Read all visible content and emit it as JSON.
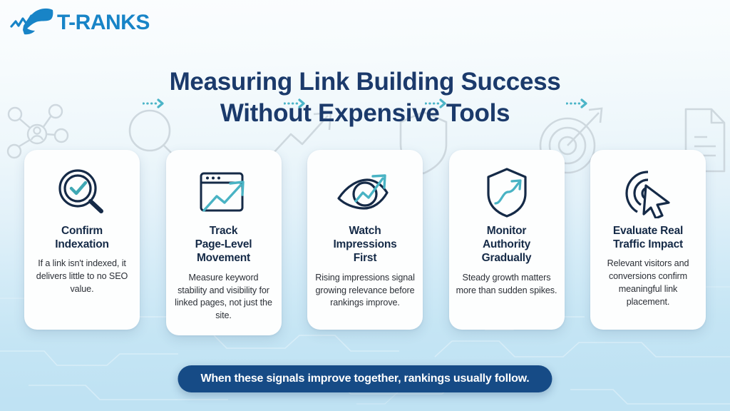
{
  "brand": {
    "logo_text": "T-RANKS",
    "logo_icon": "shark-trend-logo",
    "logo_color": "#1884c7"
  },
  "headline": {
    "line1": "Measuring Link Building Success",
    "line2": "Without Expensive Tools",
    "color": "#1b3a6b"
  },
  "colors": {
    "background_top": "#fbfdfe",
    "background_bottom": "#bfe2f3",
    "card_background": "#fdfefe",
    "icon_dark": "#152a47",
    "icon_accent": "#2fa8bd",
    "banner_background": "#164b86",
    "arrow": "#4cb5c8",
    "decor_gray": "#c9d3da"
  },
  "cards": [
    {
      "icon": "magnifier-check-icon",
      "title": "Confirm\nIndexation",
      "title_lines": [
        "Confirm",
        "Indexation"
      ],
      "body": "If a link isn't indexed, it delivers little to no SEO value."
    },
    {
      "icon": "browser-growth-chart-icon",
      "title": "Track Page-Level Movement",
      "title_lines": [
        "Track",
        "Page-Level",
        "Movement"
      ],
      "body": "Measure keyword stability and visibility for linked pages, not just the site."
    },
    {
      "icon": "eye-trend-arrow-icon",
      "title": "Watch Impressions First",
      "title_lines": [
        "Watch",
        "Impressions",
        "First"
      ],
      "body": "Rising impressions signal growing relevance before rankings improve."
    },
    {
      "icon": "shield-growth-arrow-icon",
      "title": "Monitor Authority Gradually",
      "title_lines": [
        "Monitor",
        "Authority",
        "Gradually"
      ],
      "body": "Steady growth matters more than sudden spikes."
    },
    {
      "icon": "target-cursor-click-icon",
      "title": "Evaluate Real Traffic Impact",
      "title_lines": [
        "Evaluate Real",
        "Traffic Impact"
      ],
      "body": "Relevant visitors and conversions confirm meaningful link placement."
    }
  ],
  "connectors": [
    {
      "name": "dotted-arrow-1"
    },
    {
      "name": "dotted-arrow-2"
    },
    {
      "name": "dotted-arrow-3"
    },
    {
      "name": "dotted-arrow-4"
    }
  ],
  "banner": {
    "text": "When these signals improve together, rankings usually follow."
  },
  "background_icons": [
    {
      "name": "network-nodes-icon"
    },
    {
      "name": "magnifying-glass-icon"
    },
    {
      "name": "trend-arrow-icon"
    },
    {
      "name": "shield-icon"
    },
    {
      "name": "target-arrow-icon"
    },
    {
      "name": "document-icon"
    }
  ]
}
